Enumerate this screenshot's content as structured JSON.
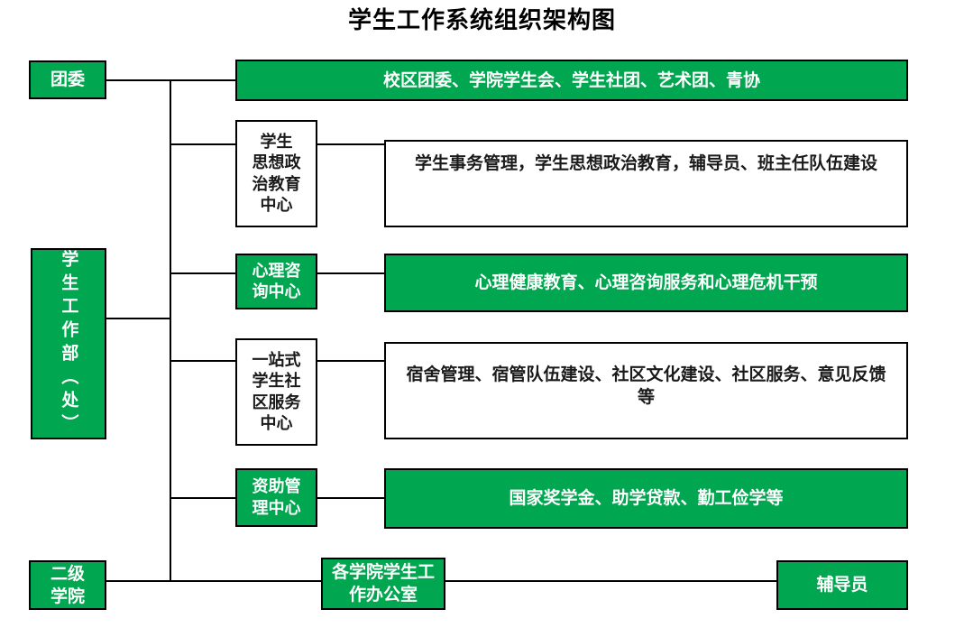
{
  "title": "学生工作系统组织架构图",
  "colors": {
    "accent_green": "#00a650",
    "line": "#000000",
    "box_text_light": "#ffffff",
    "box_text_dark": "#1a1a1a",
    "background": "#ffffff"
  },
  "nodes": {
    "tuanwei": {
      "label": "团委",
      "style": "green"
    },
    "xueshengGongzuobu": {
      "label": "学生工作部（处）",
      "style": "green"
    },
    "erjiXueyuan": {
      "label": "二级\n学院",
      "style": "green"
    },
    "tuanwei_detail": {
      "label": "校区团委、学院学生会、学生社团、艺术团、青协",
      "style": "green"
    },
    "sixiangZhengzhiCenter": {
      "label": "学生\n思想政\n治教育\n中心",
      "style": "white"
    },
    "sixiangZhengzhiDetail": {
      "label": "学生事务管理，学生思想政治教育，辅导员、班主任队伍建设",
      "style": "white"
    },
    "xinliZixunCenter": {
      "label": "心理咨\n询中心",
      "style": "green"
    },
    "xinliZixunDetail": {
      "label": "心理健康教育、心理咨询服务和心理危机干预",
      "style": "green"
    },
    "shequFuwuCenter": {
      "label": "一站式\n学生社\n区服务\n中心",
      "style": "white"
    },
    "shequFuwuDetail": {
      "label": "宿舍管理、宿管队伍建设、社区文化建设、社区服务、意见反馈等",
      "style": "white"
    },
    "zizhuGuanliCenter": {
      "label": "资助管\n理中心",
      "style": "green"
    },
    "zizhuGuanliDetail": {
      "label": "国家奖学金、助学贷款、勤工俭学等",
      "style": "green"
    },
    "xueyuanBangongshi": {
      "label": "各学院学生工\n作办公室",
      "style": "green"
    },
    "fudaoyuan": {
      "label": "辅导员",
      "style": "green"
    }
  }
}
